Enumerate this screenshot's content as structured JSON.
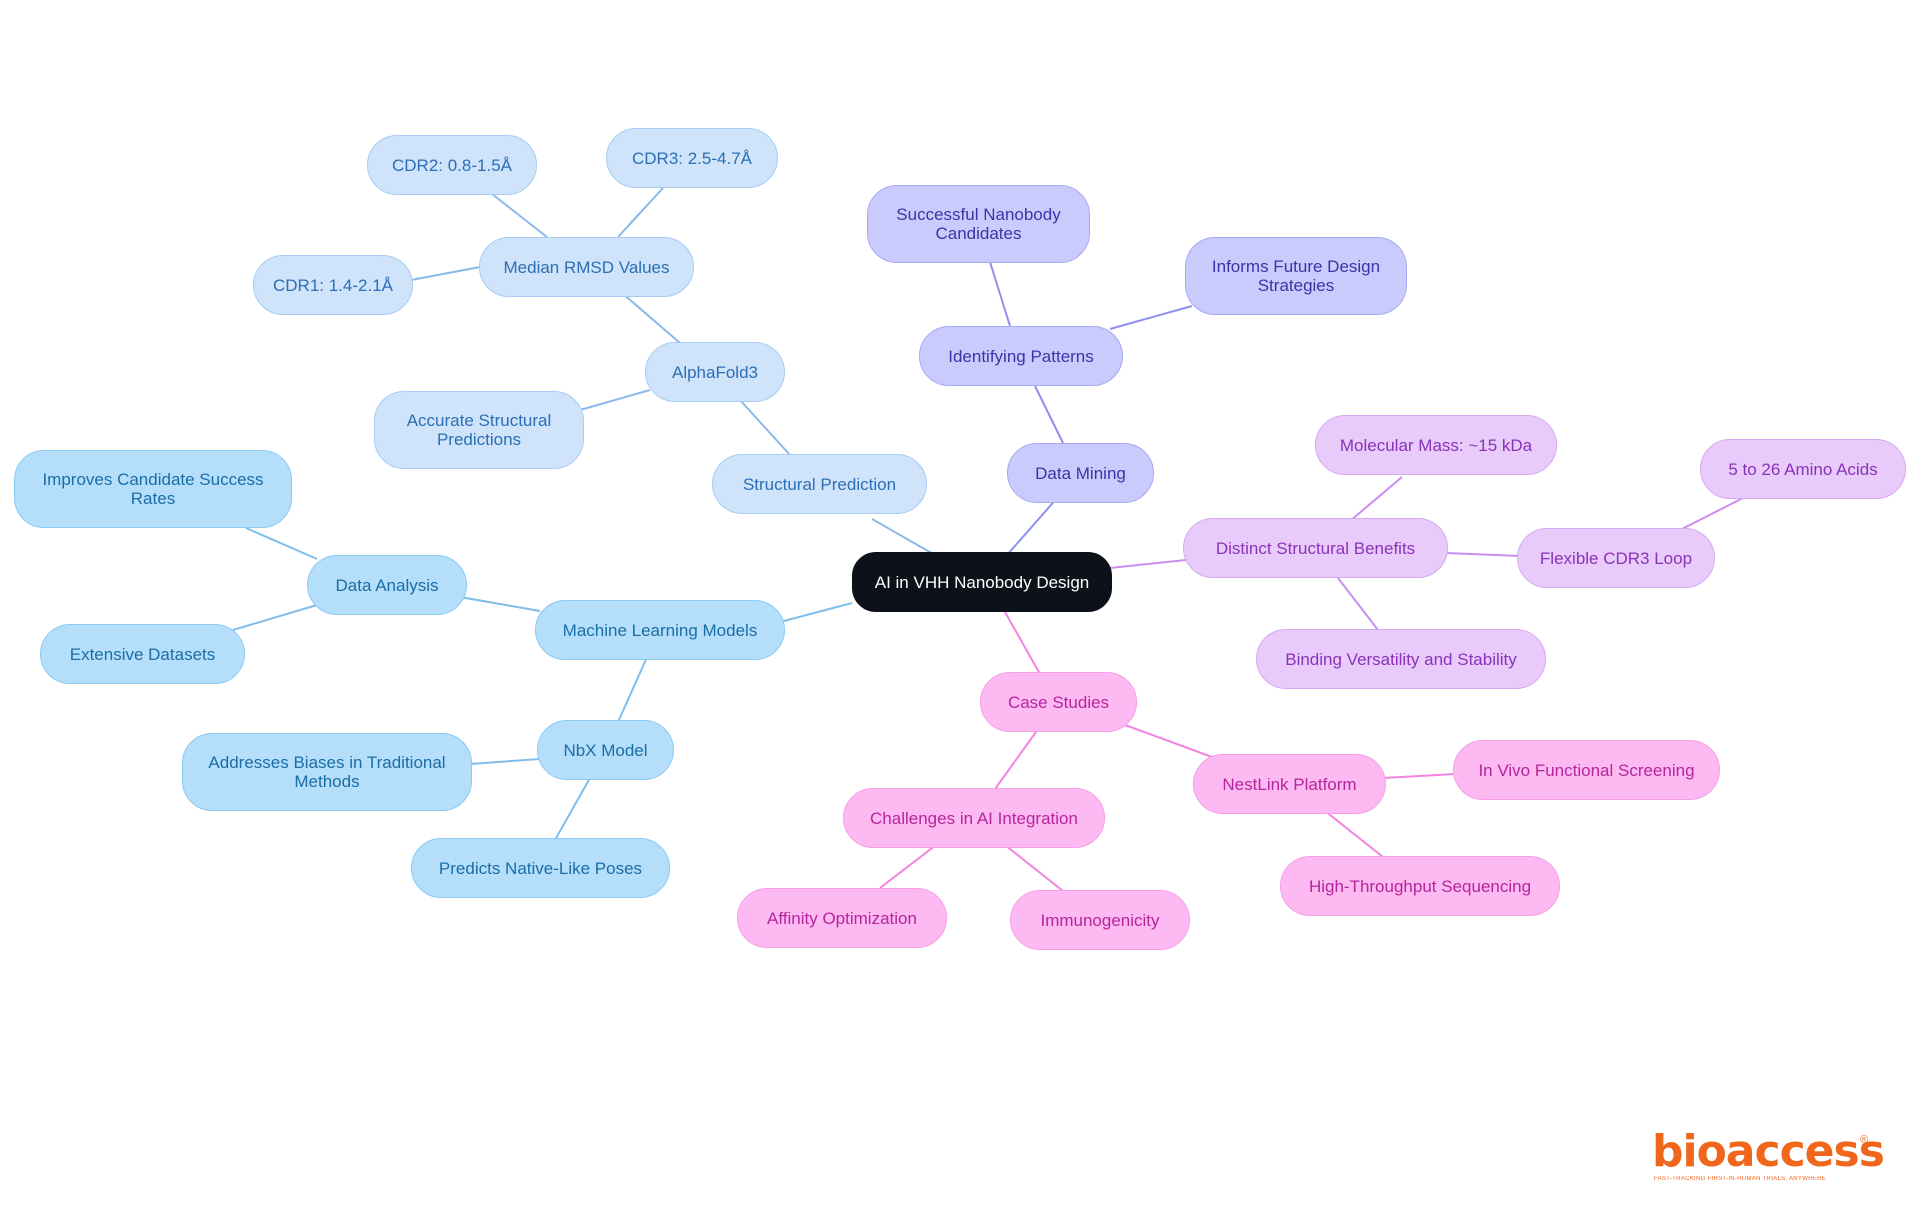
{
  "diagram": {
    "root": "AI in VHH Nanobody Design",
    "data_mining": {
      "label": "Data Mining",
      "identifying_patterns": "Identifying Patterns",
      "successful_candidates": [
        "Successful Nanobody",
        "Candidates"
      ],
      "informs_future": [
        "Informs Future Design",
        "Strategies"
      ]
    },
    "structural_benefits": {
      "label": "Distinct Structural Benefits",
      "molecular_mass": "Molecular Mass: ~15 kDa",
      "flexible_cdr3": "Flexible CDR3 Loop",
      "amino_acids": "5 to 26 Amino Acids",
      "binding": "Binding Versatility and Stability"
    },
    "case_studies": {
      "label": "Case Studies",
      "nestlink": "NestLink Platform",
      "in_vivo": "In Vivo Functional Screening",
      "high_throughput": "High-Throughput Sequencing",
      "challenges": "Challenges in AI Integration",
      "affinity": "Affinity Optimization",
      "immunogenicity": "Immunogenicity"
    },
    "machine_learning": {
      "label": "Machine Learning Models",
      "data_analysis": "Data Analysis",
      "improves": [
        "Improves Candidate Success",
        "Rates"
      ],
      "extensive": "Extensive Datasets",
      "nbx": "NbX Model",
      "addresses": [
        "Addresses Biases in Traditional",
        "Methods"
      ],
      "predicts": "Predicts Native-Like Poses"
    },
    "structural_prediction": {
      "label": "Structural Prediction",
      "alphafold": "AlphaFold3",
      "accurate": [
        "Accurate Structural",
        "Predictions"
      ],
      "median_rmsd": "Median RMSD Values",
      "cdr1": "CDR1: 1.4-2.1Å",
      "cdr2": "CDR2: 0.8-1.5Å",
      "cdr3": "CDR3: 2.5-4.7Å"
    }
  },
  "logo": {
    "brand": "bioaccess",
    "registered": "®",
    "tagline": "FAST-TRACKING FIRST-IN-HUMAN TRIALS, ANYWHERE"
  },
  "colors": {
    "root": "#0d1119",
    "machine_learning_branch": "#b5defb",
    "structural_branch": "#cfe3fb",
    "data_mining_branch": "#cacbfd",
    "structural_benefits_branch": "#e9cbfb",
    "case_studies_branch": "#fdb9f2",
    "logo": "#f0661a"
  }
}
